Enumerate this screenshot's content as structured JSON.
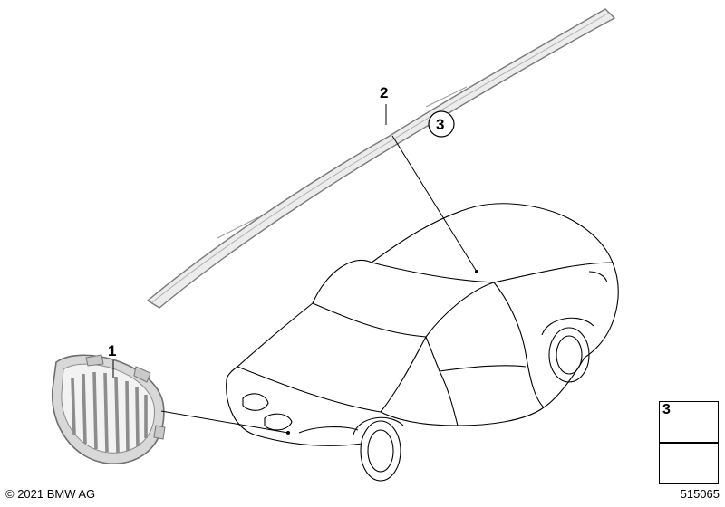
{
  "callouts": {
    "grille": "1",
    "strip": "2",
    "clip": "3"
  },
  "legend": {
    "clip_label": "3"
  },
  "footer": {
    "copyright": "© 2021 BMW AG",
    "diagram_number": "515065"
  },
  "colors": {
    "line": "#000000",
    "part_fill": "#e6e6e6",
    "part_stroke": "#7a7a7a"
  }
}
